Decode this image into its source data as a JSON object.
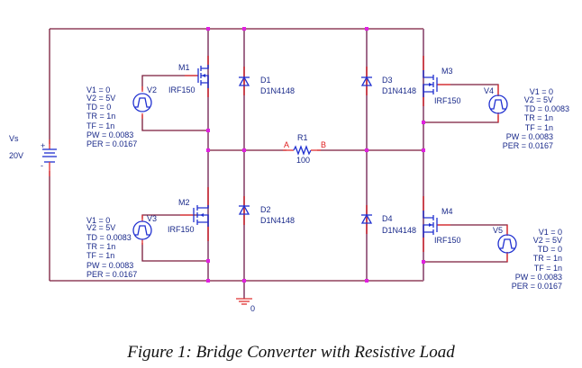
{
  "caption": "Figure 1: Bridge Converter with Resistive Load",
  "source": {
    "name": "Vs",
    "value": "20V",
    "plus": "+",
    "minus": "-"
  },
  "resistor": {
    "name": "R1",
    "value": "100",
    "node_a": "A",
    "node_b": "B"
  },
  "ground": {
    "label": "0"
  },
  "diodes": [
    {
      "name": "D1",
      "model": "D1N4148"
    },
    {
      "name": "D2",
      "model": "D1N4148"
    },
    {
      "name": "D3",
      "model": "D1N4148"
    },
    {
      "name": "D4",
      "model": "D1N4148"
    }
  ],
  "mosfets": [
    {
      "name": "M1",
      "model": "IRF150"
    },
    {
      "name": "M2",
      "model": "IRF150"
    },
    {
      "name": "M3",
      "model": "IRF150"
    },
    {
      "name": "M4",
      "model": "IRF150"
    }
  ],
  "pulse_sources": [
    {
      "name": "V2",
      "params": [
        "V1 = 0",
        "V2 = 5V",
        "TD = 0",
        "TR = 1n",
        "TF = 1n",
        "PW = 0.0083",
        "PER = 0.0167"
      ]
    },
    {
      "name": "V3",
      "params": [
        "V1 = 0",
        "V2 = 5V",
        "TD = 0.0083",
        "TR = 1n",
        "TF = 1n",
        "PW = 0.0083",
        "PER = 0.0167"
      ]
    },
    {
      "name": "V4",
      "params": [
        "V1 = 0",
        "V2 = 5V",
        "TD = 0.0083",
        "TR = 1n",
        "TF = 1n",
        "PW = 0.0083",
        "PER = 0.0167"
      ]
    },
    {
      "name": "V5",
      "params": [
        "V1 = 0",
        "V2 = 5V",
        "TD = 0",
        "TR = 1n",
        "TF = 1n",
        "PW = 0.0083",
        "PER = 0.0167"
      ]
    }
  ]
}
